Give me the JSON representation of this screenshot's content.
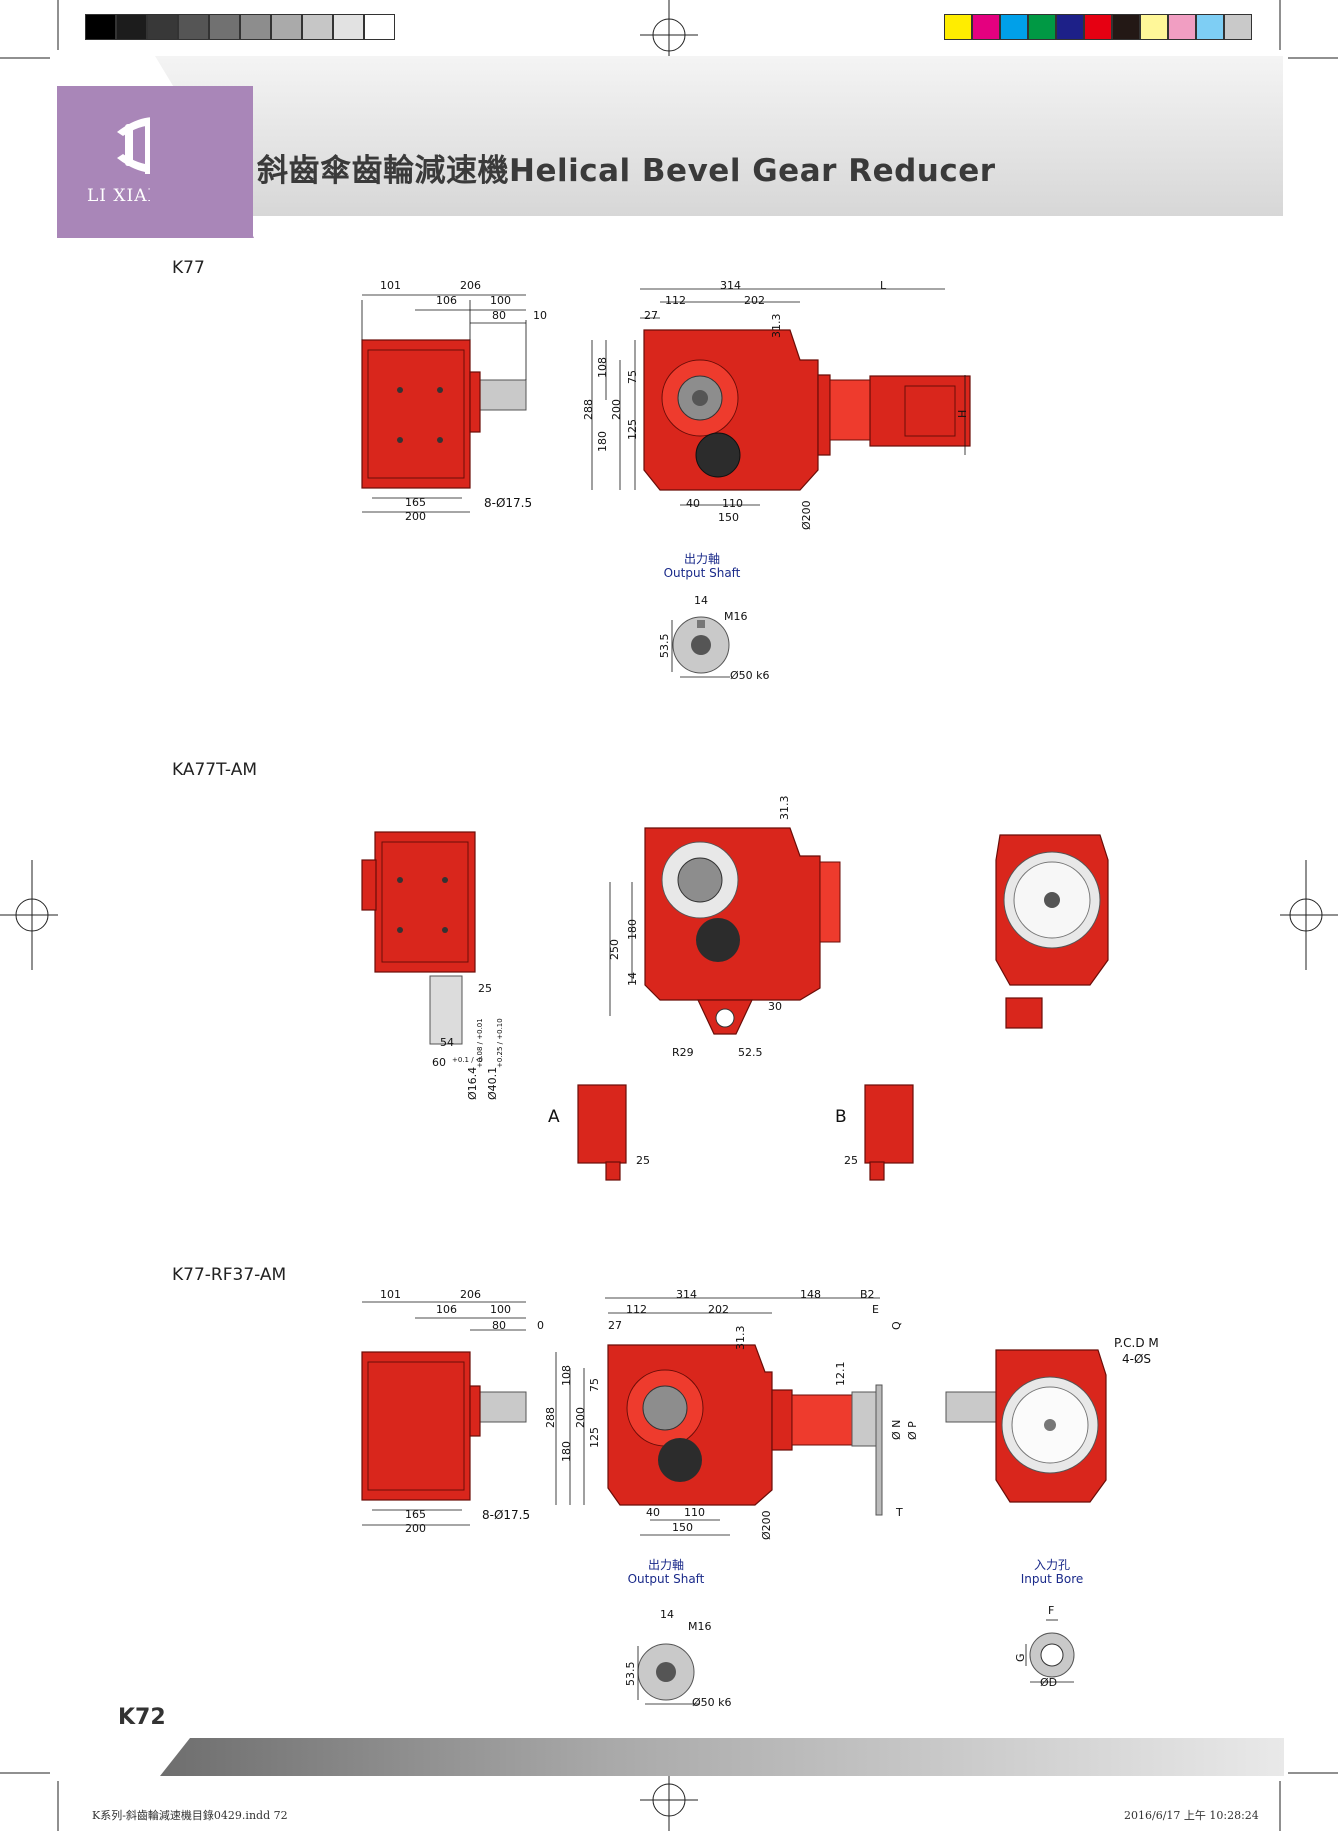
{
  "header": {
    "title": "斜齒傘齒輪減速機Helical Bevel Gear Reducer",
    "logo_text": "LI XIANG",
    "logo_mark": "®"
  },
  "colors": {
    "logo_purple": "#a986b8",
    "gear_red": "#d9261c",
    "dimension_blue": "#1a2a8a"
  },
  "color_bar_left": [
    "#000000",
    "#1c1c1c",
    "#383838",
    "#555555",
    "#717171",
    "#8d8d8d",
    "#aaaaaa",
    "#c6c6c6",
    "#e2e2e2",
    "#ffffff"
  ],
  "color_bar_right": [
    "#ffed00",
    "#e4007f",
    "#00a0e9",
    "#009944",
    "#1d2088",
    "#e60012",
    "#231815",
    "#fff799",
    "#f19ec2",
    "#7ecef4",
    "#c9c9c9"
  ],
  "sections": {
    "k77": {
      "label": "K77",
      "dims": {
        "d101": "101",
        "d206": "206",
        "d106": "106",
        "d100": "100",
        "d80": "80",
        "d10": "10",
        "d165": "165",
        "d200": "200",
        "hole": "8-Ø17.5",
        "d314": "314",
        "dL": "L",
        "d112": "112",
        "d202": "202",
        "d27": "27",
        "d31_3": "31.3",
        "d108": "108",
        "d75": "75",
        "d288": "288",
        "d200v": "200",
        "d125": "125",
        "d180": "180",
        "d40": "40",
        "d110": "110",
        "d150": "150",
        "dphi200": "Ø200",
        "dH": "H"
      },
      "output_shaft": {
        "cn": "出力軸",
        "en": "Output Shaft",
        "d14": "14",
        "m16": "M16",
        "d53_5": "53.5",
        "phi": "Ø50 k6"
      }
    },
    "ka77": {
      "label": "KA77T-AM",
      "dims": {
        "d31_3": "31.3",
        "d180": "180",
        "d250": "250",
        "d14": "14",
        "d25": "25",
        "d30": "30",
        "r29": "R29",
        "d52_5": "52.5",
        "d54": "54",
        "d60": "60",
        "d60tol": "+0.1 / -0",
        "bore1": "Ø16.4",
        "bore1tol": "+0.08 / +0.01",
        "bore2": "Ø40.1",
        "bore2tol": "+0.25 / +0.10",
        "view_a": "A",
        "view_b": "B",
        "a25": "25",
        "b25": "25"
      }
    },
    "k77rf": {
      "label": "K77-RF37-AM",
      "dims": {
        "d101": "101",
        "d206": "206",
        "d106": "106",
        "d100": "100",
        "d80": "80",
        "d0": "0",
        "d165": "165",
        "d200": "200",
        "hole": "8-Ø17.5",
        "d314": "314",
        "d148": "148",
        "dB2": "B2",
        "d112": "112",
        "d202": "202",
        "d27": "27",
        "d31_3": "31.3",
        "dE": "E",
        "dQ": "Q",
        "d12_1": "12.1",
        "d108": "108",
        "d75": "75",
        "d288": "288",
        "d200v": "200",
        "d125": "125",
        "d180": "180",
        "d40": "40",
        "d110": "110",
        "d150": "150",
        "dphi200": "Ø200",
        "dN": "Ø N",
        "dP": "Ø P",
        "dT": "T",
        "pcd": "P.C.D M",
        "holes": "4-ØS"
      },
      "output_shaft": {
        "cn": "出力軸",
        "en": "Output Shaft",
        "d14": "14",
        "m16": "M16",
        "d53_5": "53.5",
        "phi": "Ø50 k6"
      },
      "input_bore": {
        "cn": "入力孔",
        "en": "Input Bore",
        "dF": "F",
        "dG": "G",
        "dD": "ØD"
      }
    }
  },
  "footer": {
    "page": "K72",
    "file_info": "K系列-斜齒輪減速機目錄0429.indd   72",
    "timestamp": "2016/6/17   上午 10:28:24"
  }
}
